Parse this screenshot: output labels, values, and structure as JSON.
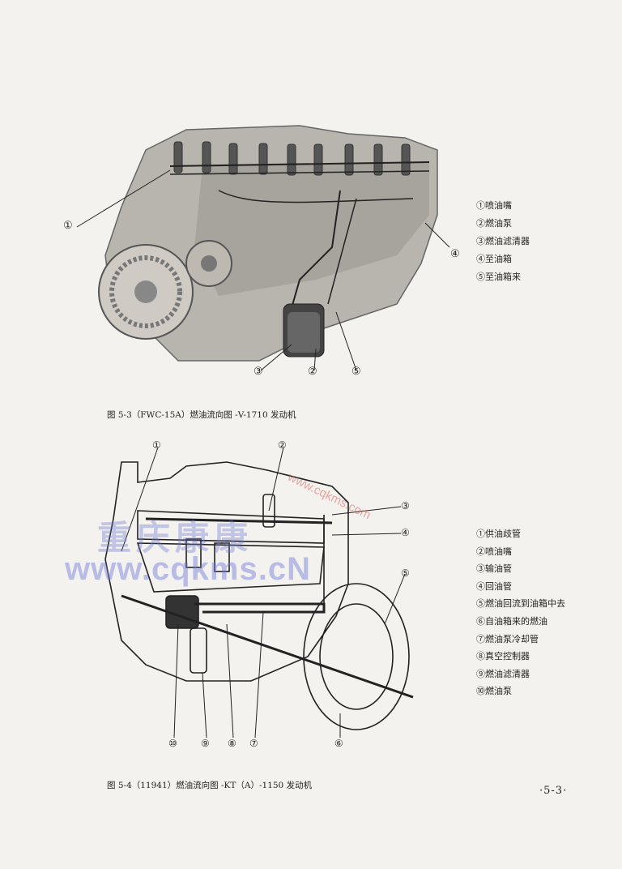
{
  "figure1": {
    "caption": "图 5-3（FWC-15A）燃油流向图 -V-1710 发动机",
    "callouts": [
      "①",
      "②",
      "③",
      "④",
      "⑤"
    ],
    "legend": [
      "①喷油嘴",
      "②燃油泵",
      "③燃油滤清器",
      "④至油箱",
      "⑤至油箱来"
    ]
  },
  "figure2": {
    "caption": "图 5-4（11941）燃油流向图 -KT（A）-1150 发动机",
    "callouts": [
      "①",
      "②",
      "③",
      "④",
      "⑤",
      "⑥",
      "⑦",
      "⑧",
      "⑨",
      "⑩"
    ],
    "legend": [
      "①供油歧管",
      "②喷油嘴",
      "③输油管",
      "④回油管",
      "⑤燃油回流到油箱中去",
      "⑥自油箱来的燃油",
      "⑦燃油泵冷却管",
      "⑧真空控制器",
      "⑨燃油滤清器",
      "⑩燃油泵"
    ]
  },
  "watermark": {
    "chinese": "重庆康康",
    "domain": "www.cqkms.cN",
    "url": "www.cqkms.com"
  },
  "page_number": "·5-3·"
}
